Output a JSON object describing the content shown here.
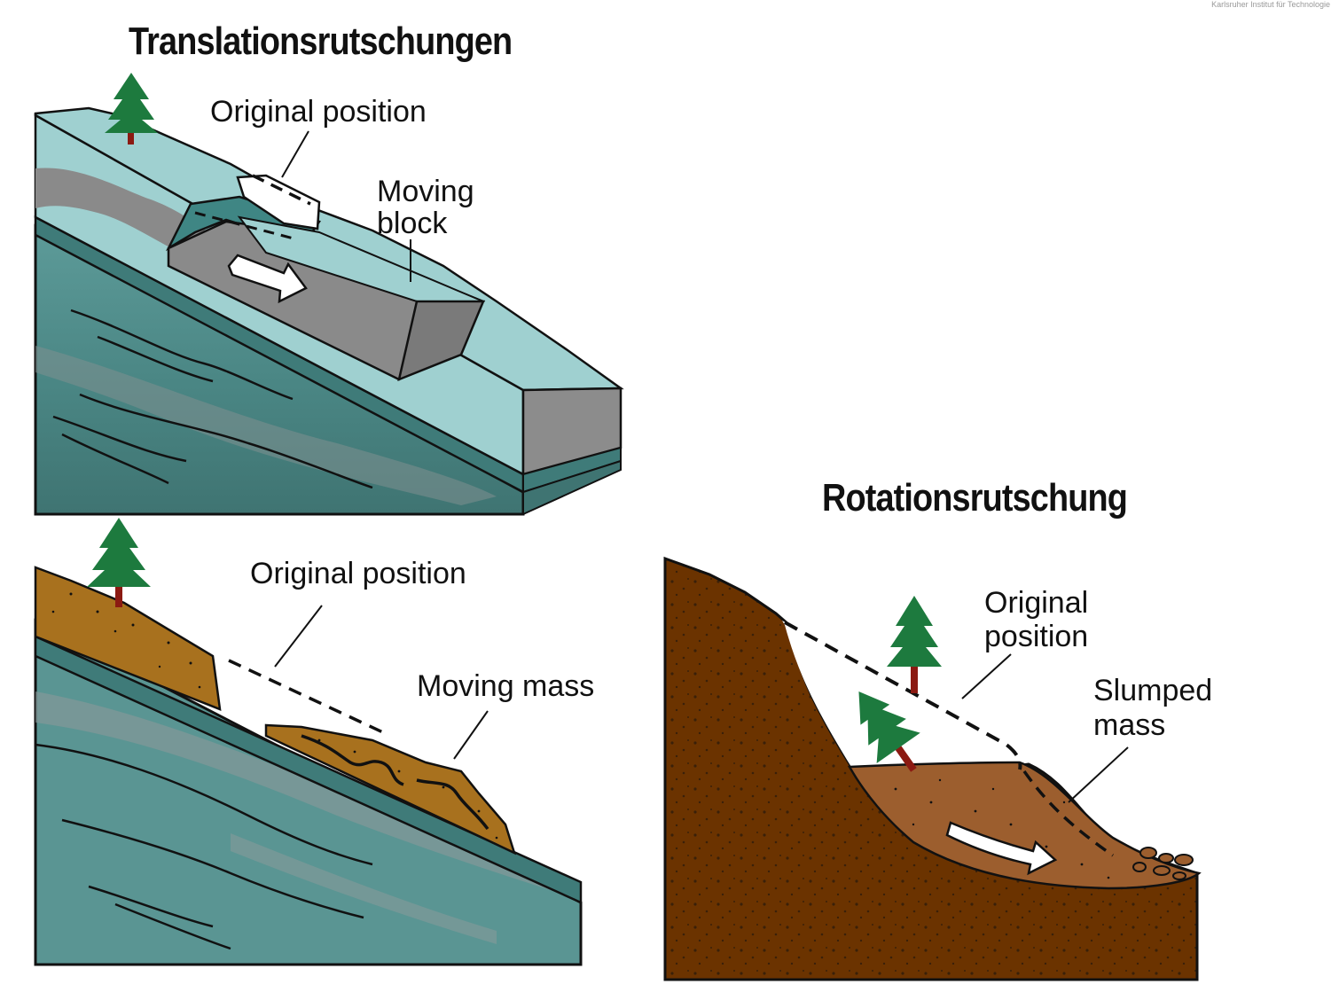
{
  "header": {
    "institution": "Karlsruher Institut für Technologie"
  },
  "titles": {
    "translation": "Translationsrutschungen",
    "rotation": "Rotationsrutschung"
  },
  "panel_block": {
    "original_position": "Original position",
    "moving_block_1": "Moving",
    "moving_block_2": "block"
  },
  "panel_mass": {
    "original_position": "Original position",
    "moving_mass": "Moving mass"
  },
  "panel_slump": {
    "original_1": "Original",
    "original_2": "position",
    "slumped_1": "Slumped",
    "slumped_2": "mass"
  },
  "colors": {
    "rock_teal": "#4f8f8d",
    "surface_aqua": "#9fd0d0",
    "block_grey": "#8a8a8a",
    "soil_ochre": "#a8711e",
    "earth_dark_brown": "#6b3300",
    "slump_brown": "#9c5e2e",
    "tree_green": "#1d7a3e",
    "trunk_red": "#8b1a12"
  }
}
